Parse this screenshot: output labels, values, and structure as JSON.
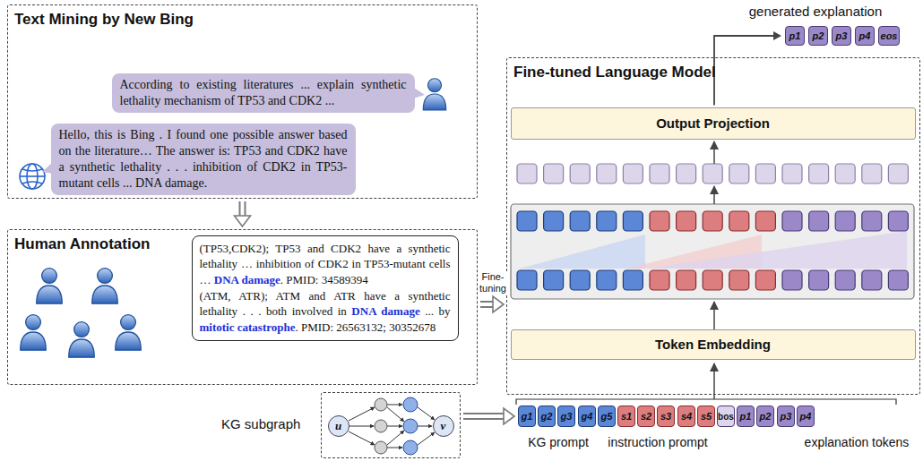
{
  "diagram": {
    "nodes": [
      {
        "text": [
          "Text Mining by New Bing"
        ]
      },
      {
        "text": [
          "According to existing literatures ... explain synthetic lethality mechanism of TP53 and CDK2 ..."
        ],
        "in": 0
      },
      {
        "text": [
          "Hello, this is Bing . I found one possible answer based on the literature… The answer is: TP53 and CDK2 have a synthetic lethality . . . inhibition of CDK2 in TP53-mutant cells ... DNA damage."
        ],
        "in": 0
      },
      {
        "text": [
          "Human Annotation"
        ]
      },
      {
        "text": [
          "(TP53,CDK2); TP53 and CDK2 have a synthetic lethality … inhibition of CDK2 in TP53-mutant cells …",
          "DNA damage",
          ". PMID: 34589394",
          "(ATM, ATR); ATM and ATR have a synthetic lethality . . . both involved in",
          "DNA damage",
          "... by",
          "mitotic catastrophe",
          ". PMID: 26563132; 30352678"
        ],
        "in": 3
      },
      {
        "text": [
          "Fine-tuned Language Model"
        ]
      },
      {
        "text": [
          "Output Projection"
        ],
        "in": 5
      },
      {
        "text": [
          "Token Embedding"
        ],
        "in": 5
      },
      {
        "text": [
          "p1"
        ]
      },
      {
        "text": [
          "p2"
        ]
      },
      {
        "text": [
          "p3"
        ]
      },
      {
        "text": [
          "p4"
        ]
      },
      {
        "text": [
          "eos"
        ]
      },
      {
        "text": [
          "KG subgraph"
        ]
      },
      {
        "text": [
          "u"
        ],
        "in": 13
      },
      {
        "text": [
          "v"
        ],
        "in": 13
      },
      {
        "text": [
          "g1"
        ]
      },
      {
        "text": [
          "g2"
        ]
      },
      {
        "text": [
          "g3"
        ]
      },
      {
        "text": [
          "g4"
        ]
      },
      {
        "text": [
          "g5"
        ]
      },
      {
        "text": [
          "s1"
        ]
      },
      {
        "text": [
          "s2"
        ]
      },
      {
        "text": [
          "s3"
        ]
      },
      {
        "text": [
          "s4"
        ]
      },
      {
        "text": [
          "s5"
        ]
      },
      {
        "text": [
          "bos"
        ]
      },
      {
        "text": [
          "p1"
        ]
      },
      {
        "text": [
          "p2"
        ]
      },
      {
        "text": [
          "p3"
        ]
      },
      {
        "text": [
          "p4"
        ]
      }
    ],
    "edges": [
      {
        "from": 0,
        "to": 3,
        "arrow": "to"
      },
      {
        "from": 3,
        "to": 5,
        "label": "Fine-tuning",
        "arrow": "to"
      },
      {
        "from": 13,
        "to": 16,
        "arrow": "to"
      },
      {
        "from": 6,
        "to": 8,
        "arrow": "to"
      }
    ],
    "labels": [
      "generated explanation",
      "KG prompt",
      "instruction prompt",
      "explanation tokens"
    ]
  }
}
